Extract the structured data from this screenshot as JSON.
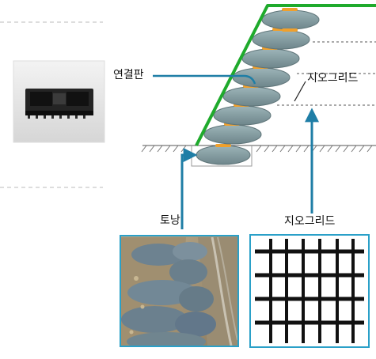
{
  "labels": {
    "connector": "연결판",
    "geogrid_top": "지오그리드",
    "soilbag": "토낭",
    "geogrid_bottom": "지오그리드"
  },
  "colors": {
    "slope_line": "#1faa2c",
    "soilbag_fill": "#8aa2a6",
    "soilbag_dark": "#6f878c",
    "soilbag_band": "#f0a02c",
    "arrow": "#1f7ea6",
    "grid_frame": "#2aa0c8",
    "grid_bars": "#111111"
  },
  "icons": {
    "connector_photo": "connector-plate-photo",
    "soilbag_photo": "soilbag-wall-photo",
    "geogrid_photo": "geogrid-mesh-photo"
  }
}
